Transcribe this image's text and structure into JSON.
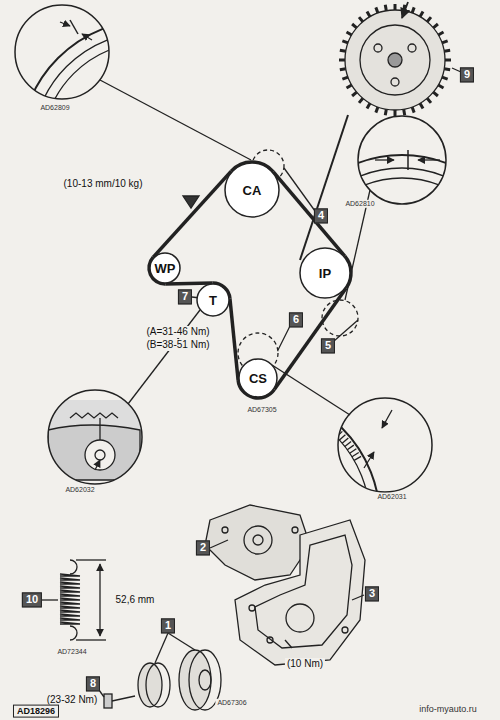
{
  "diagram": {
    "nodes": [
      {
        "text": [
          "CA"
        ]
      },
      {
        "text": [
          "WP"
        ]
      },
      {
        "text": [
          "T"
        ]
      },
      {
        "text": [
          "IP"
        ]
      },
      {
        "text": [
          "CS"
        ]
      }
    ],
    "edges": [
      {
        "from": 0,
        "to": 3,
        "arrow": "none"
      },
      {
        "from": 3,
        "to": 4,
        "arrow": "none"
      },
      {
        "from": 4,
        "to": 2,
        "arrow": "none"
      },
      {
        "from": 2,
        "to": 1,
        "arrow": "none"
      },
      {
        "from": 1,
        "to": 0,
        "arrow": "none"
      }
    ],
    "labels": [
      "AD62809",
      "4",
      "9",
      "(10-13 mm/10 kg)",
      "AD62810",
      "5",
      "7",
      "(A=31-46 Nm)",
      "(B=38-51 Nm)",
      "6",
      "AD67305",
      "AD62032",
      "AD62031",
      "10",
      "52,6 mm",
      "AD72344",
      "2",
      "3",
      "1",
      "(10 Nm)",
      "8",
      "(23-32 Nm)",
      "AD67306",
      "AD18296",
      "info-myauto.ru"
    ]
  }
}
